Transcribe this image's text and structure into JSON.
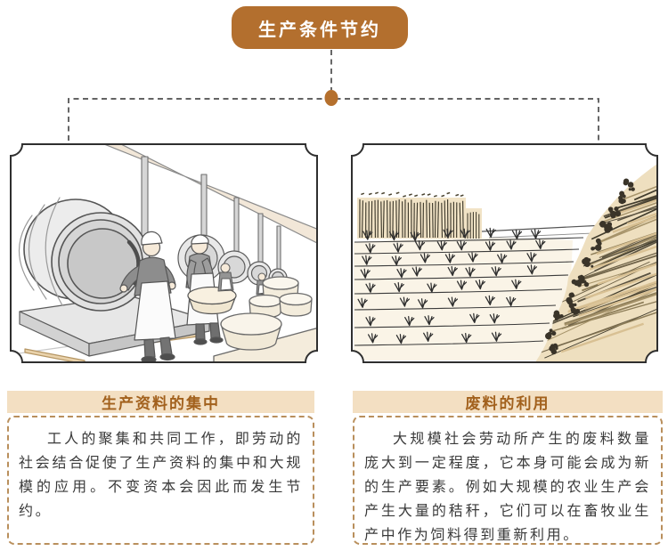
{
  "banner": {
    "label": "生产条件节约"
  },
  "cards": [
    {
      "heading": "生产资料的集中",
      "body": "工人的聚集和共同工作，即劳动的社会结合促使了生产资料的集中和大规模的应用。不变资本会因此而发生节约。"
    },
    {
      "heading": "废料的利用",
      "body": "大规模社会劳动所产生的废料数量庞大到一定程度，它本身可能会成为新的生产要素。例如大规模的农业生产会产生大量的秸秆，它们可以在畜牧业生产中作为饲料得到重新利用。"
    }
  ],
  "illustrations": [
    {
      "name": "factory-workers-mixing-drums-scene"
    },
    {
      "name": "harvested-field-straw-piles-scene"
    }
  ],
  "colors": {
    "accent": "#b36f2e",
    "band_bg": "#f3dfc2",
    "heading_text": "#a2611d",
    "card_dashed_border": "#b98f5c",
    "connector_line": "#4d4d4d",
    "frame_stroke": "#2f2f2f",
    "body_text": "#3a3a3a"
  }
}
